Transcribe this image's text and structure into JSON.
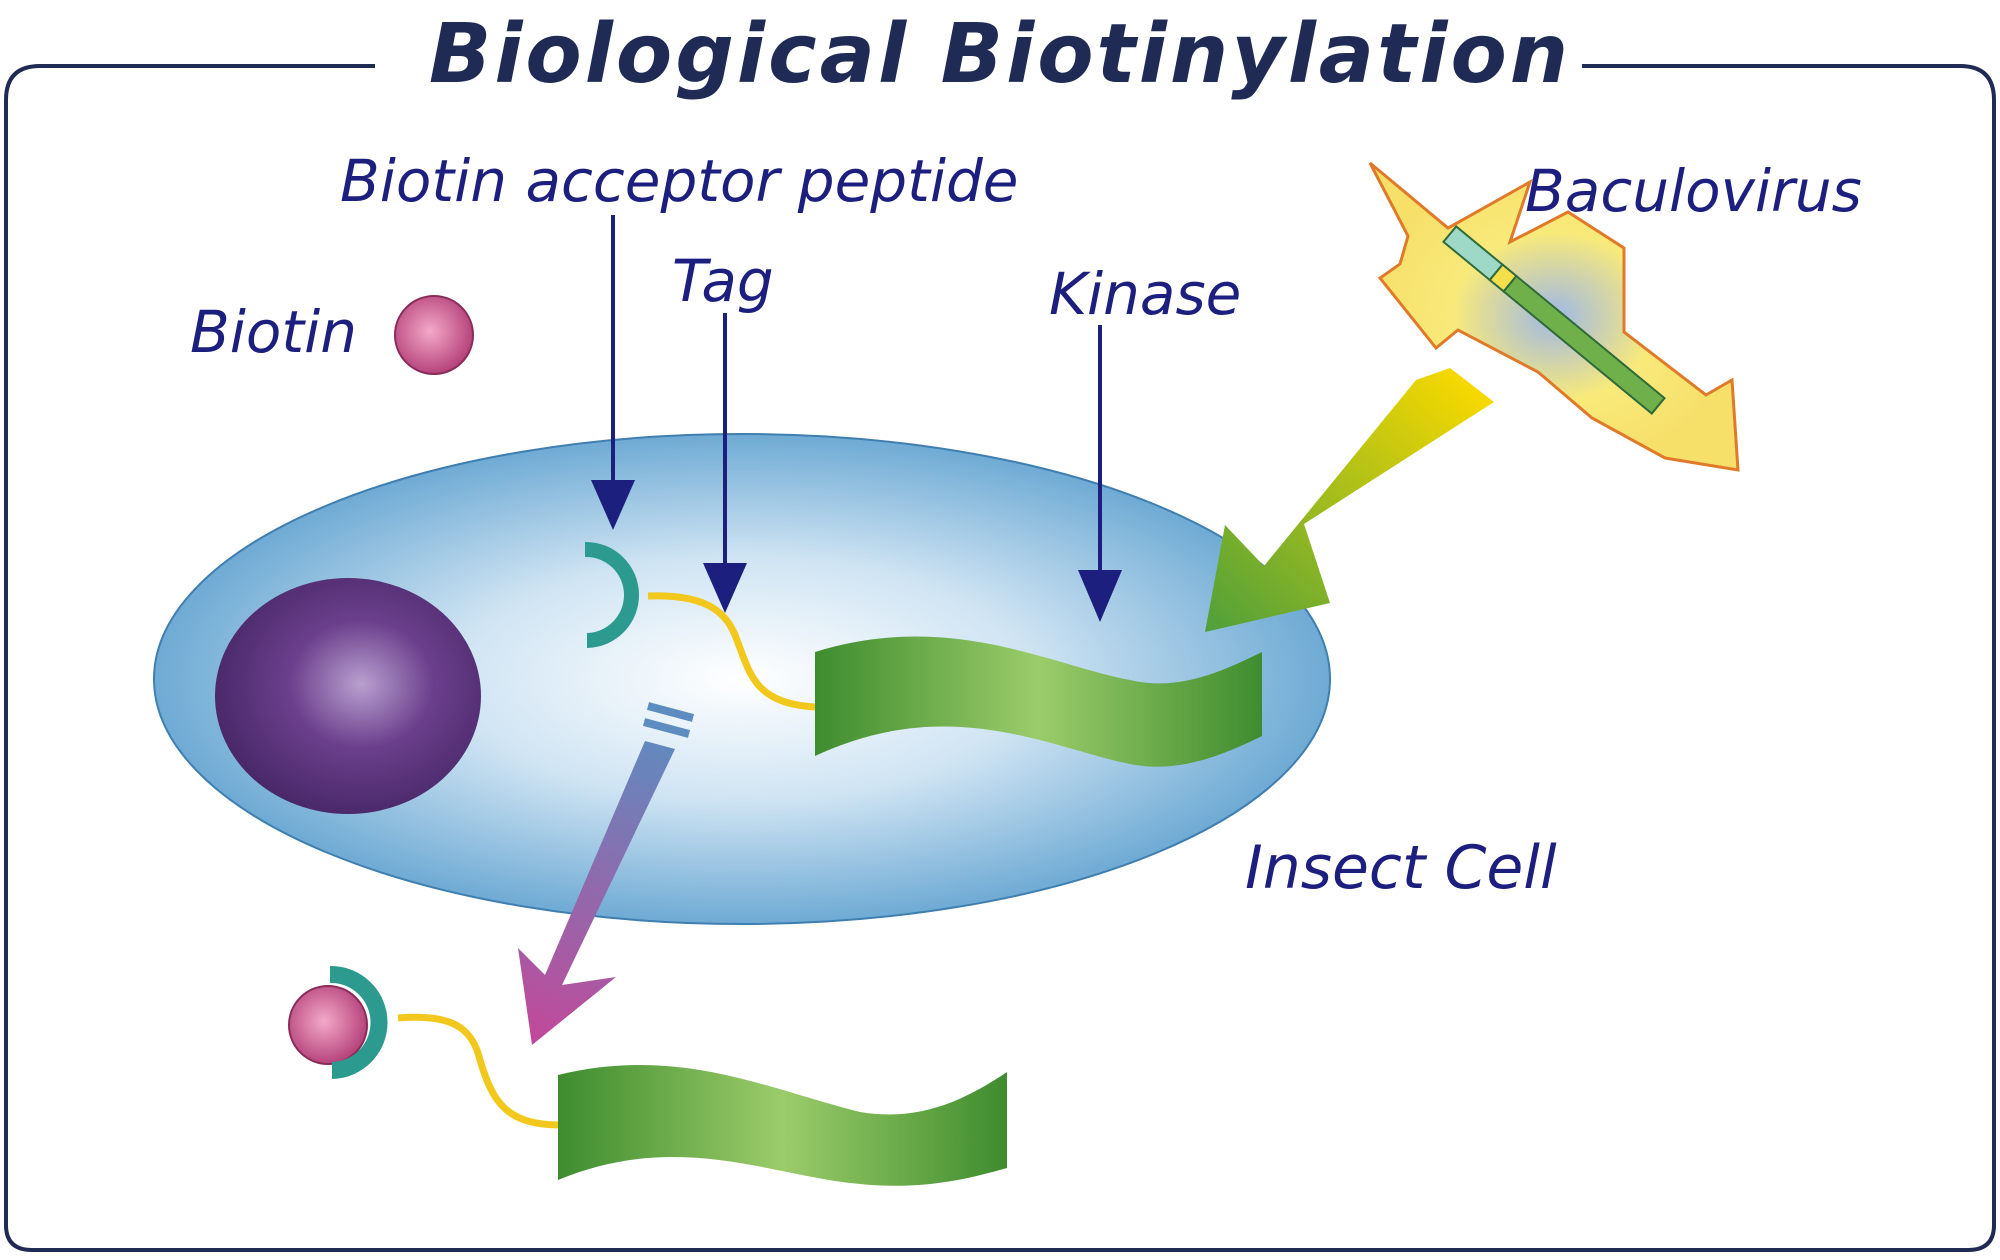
{
  "title": "Biological Biotinylation",
  "labels": {
    "biotin_acceptor_peptide": "Biotin acceptor peptide",
    "tag": "Tag",
    "kinase": "Kinase",
    "baculovirus": "Baculovirus",
    "biotin": "Biotin",
    "insect_cell": "Insect Cell"
  },
  "colors": {
    "frame": "#1f2a55",
    "label_text": "#1c1f7e",
    "cell_membrane": "#5b9fce",
    "nucleus": "#4a2a6e",
    "biotin": "#c0427e",
    "kinase": "#4f9e3a",
    "tag_linker": "#f2c81c",
    "acceptor_peptide": "#2d9a8f",
    "baculovirus_envelope": "#f7e06a"
  }
}
